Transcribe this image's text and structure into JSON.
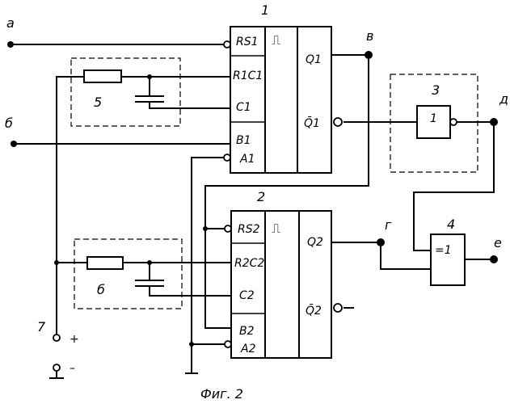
{
  "figure": {
    "caption": "Фиг. 2",
    "terminals": {
      "a": "а",
      "b": "б",
      "v": "в",
      "g": "г",
      "d": "д",
      "e": "е",
      "plus": "+",
      "minus": "–",
      "power": "7"
    },
    "blocks": {
      "ff1": {
        "number": "1",
        "pins_left": [
          "RS1",
          "R1C1",
          "C1",
          "B1",
          "A1"
        ],
        "pulse_symbol": "⎍",
        "pins_right": [
          "Q1",
          "Q̄1"
        ]
      },
      "ff2": {
        "number": "2",
        "pins_left": [
          "RS2",
          "R2C2",
          "C2",
          "B2",
          "A2"
        ],
        "pulse_symbol": "⎍",
        "pins_right": [
          "Q2",
          "Q̄2"
        ]
      },
      "rc5": {
        "number": "5"
      },
      "rc6": {
        "number": "б"
      },
      "inverter": {
        "number": "3",
        "symbol": "1"
      },
      "xor": {
        "number": "4",
        "symbol": "=1"
      }
    }
  }
}
